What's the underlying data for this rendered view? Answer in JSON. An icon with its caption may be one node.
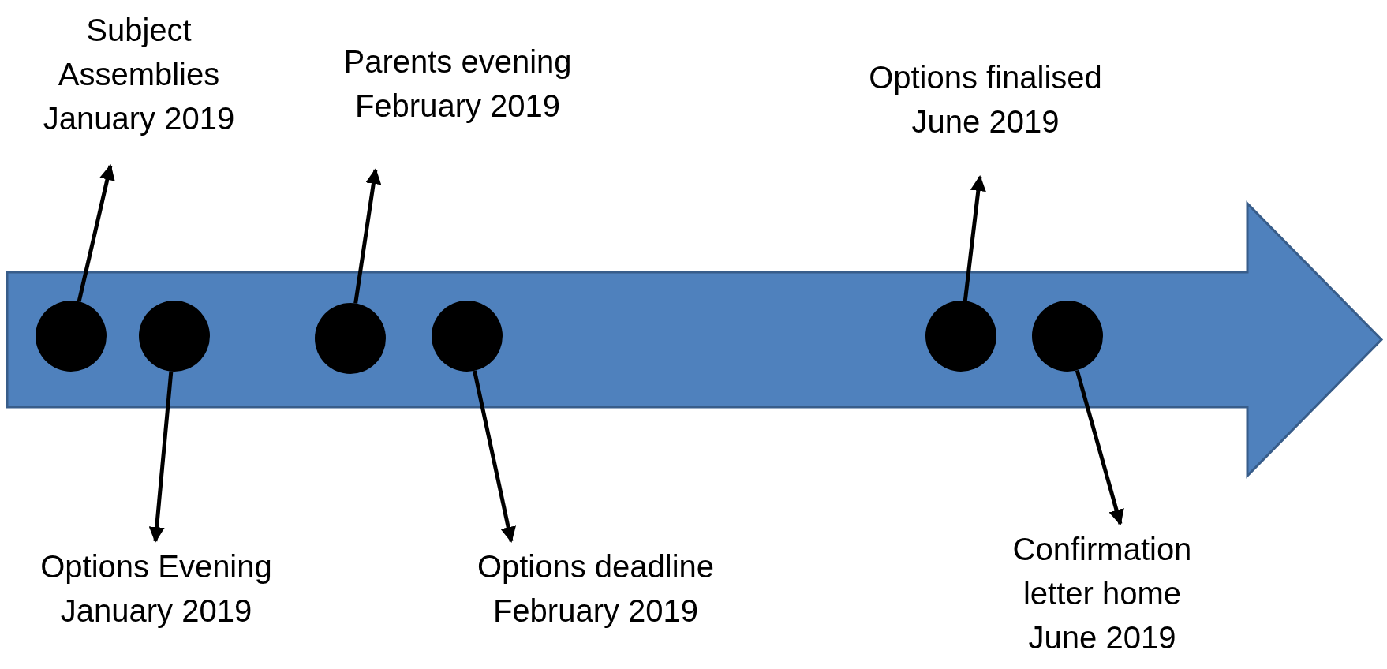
{
  "diagram": {
    "nodes": [
      {
        "text": [],
        "shape": "arrow"
      },
      {
        "text": [],
        "shape": "circle",
        "in": 0
      },
      {
        "text": [],
        "shape": "circle",
        "in": 0
      },
      {
        "text": [],
        "shape": "circle",
        "in": 0
      },
      {
        "text": [],
        "shape": "circle",
        "in": 0
      },
      {
        "text": [],
        "shape": "circle",
        "in": 0
      },
      {
        "text": [],
        "shape": "circle",
        "in": 0
      },
      {
        "text": [
          "Subject Assemblies",
          "January 2019"
        ]
      },
      {
        "text": [
          "Options Evening",
          "January 2019"
        ]
      },
      {
        "text": [
          "Parents evening",
          "February 2019"
        ]
      },
      {
        "text": [
          "Options deadline",
          "February 2019"
        ]
      },
      {
        "text": [
          "Options finalised",
          "June 2019"
        ]
      },
      {
        "text": [
          "Confirmation letter home",
          "June 2019"
        ]
      }
    ],
    "edges": [
      {
        "from": 1,
        "to": 7,
        "arrow": "to"
      },
      {
        "from": 2,
        "to": 8,
        "arrow": "to"
      },
      {
        "from": 3,
        "to": 9,
        "arrow": "to"
      },
      {
        "from": 4,
        "to": 10,
        "arrow": "to"
      },
      {
        "from": 5,
        "to": 11,
        "arrow": "to"
      },
      {
        "from": 6,
        "to": 12,
        "arrow": "to"
      }
    ]
  }
}
